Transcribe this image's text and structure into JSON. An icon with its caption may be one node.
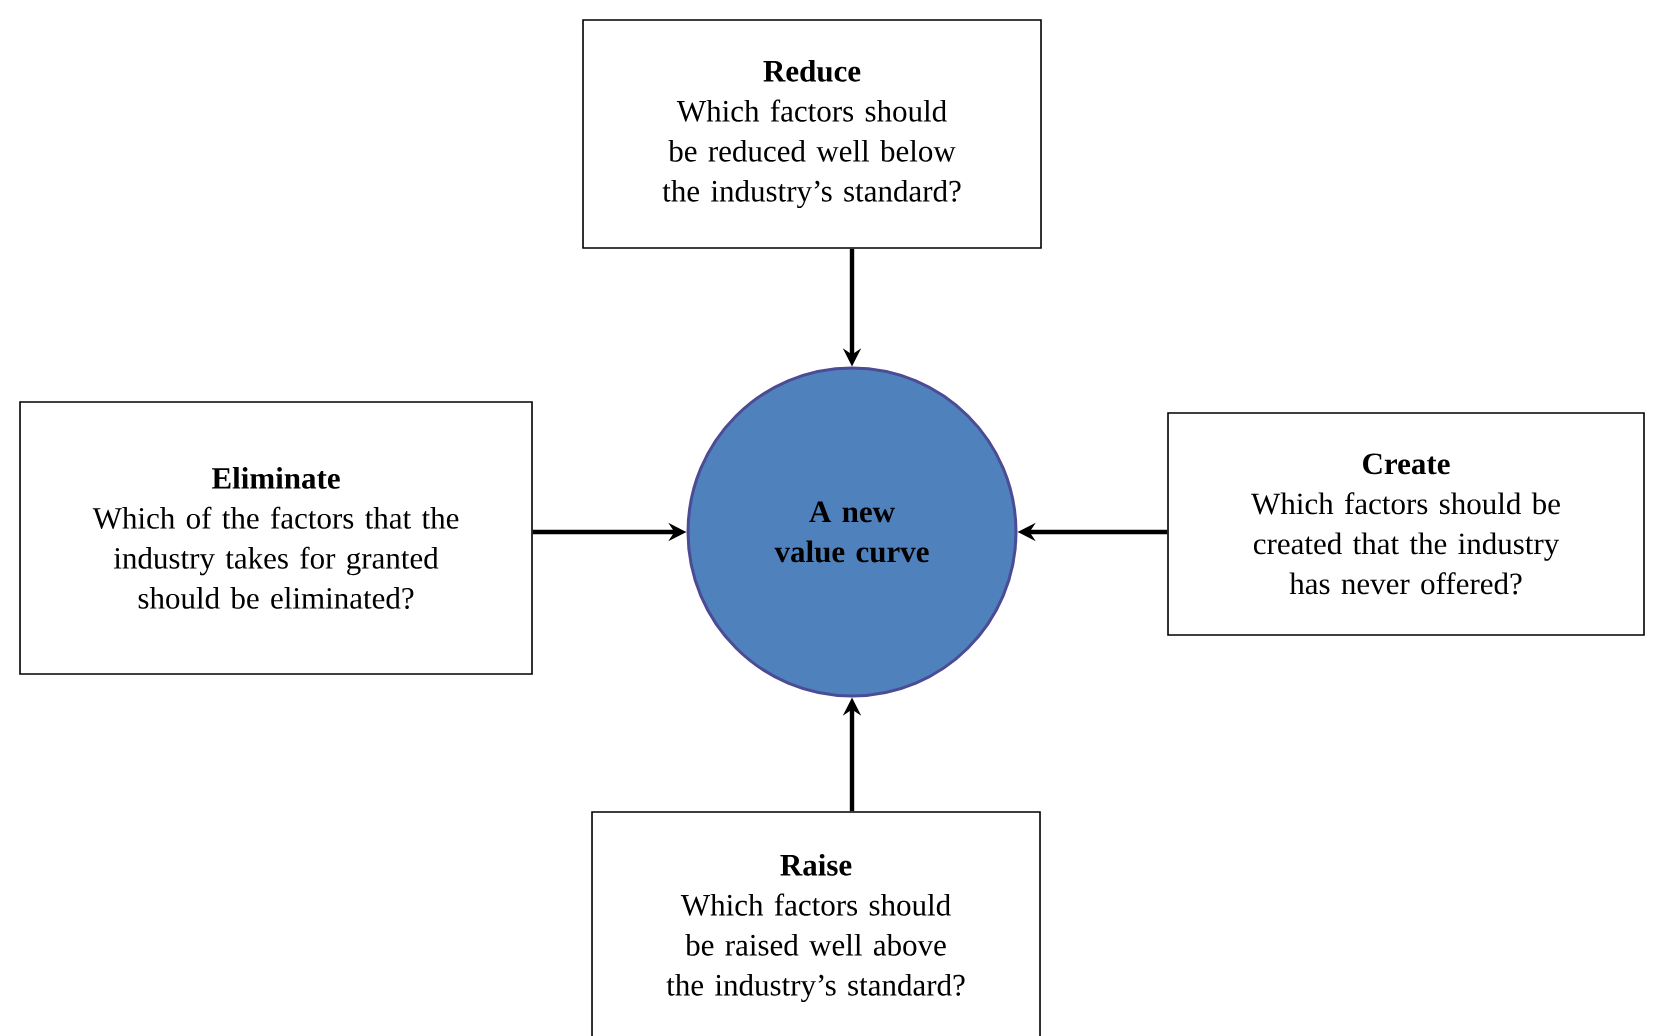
{
  "diagram": {
    "nodes": [
      {
        "text": [
          "Reduce",
          "Which factors should be reduced well below the industry’s standard?"
        ]
      },
      {
        "text": [
          "Eliminate",
          "Which of the factors that the industry takes for granted should be eliminated?"
        ]
      },
      {
        "text": [
          "A new value curve"
        ]
      },
      {
        "text": [
          "Create",
          "Which factors should be created that the industry has never offered?"
        ]
      },
      {
        "text": [
          "Raise",
          "Which factors should be raised well above the industry’s standard?"
        ]
      }
    ],
    "edges": [
      {
        "from": 0,
        "to": 2,
        "arrow": "to"
      },
      {
        "from": 1,
        "to": 2,
        "arrow": "to"
      },
      {
        "from": 3,
        "to": 2,
        "arrow": "to"
      },
      {
        "from": 4,
        "to": 2,
        "arrow": "to"
      }
    ]
  }
}
